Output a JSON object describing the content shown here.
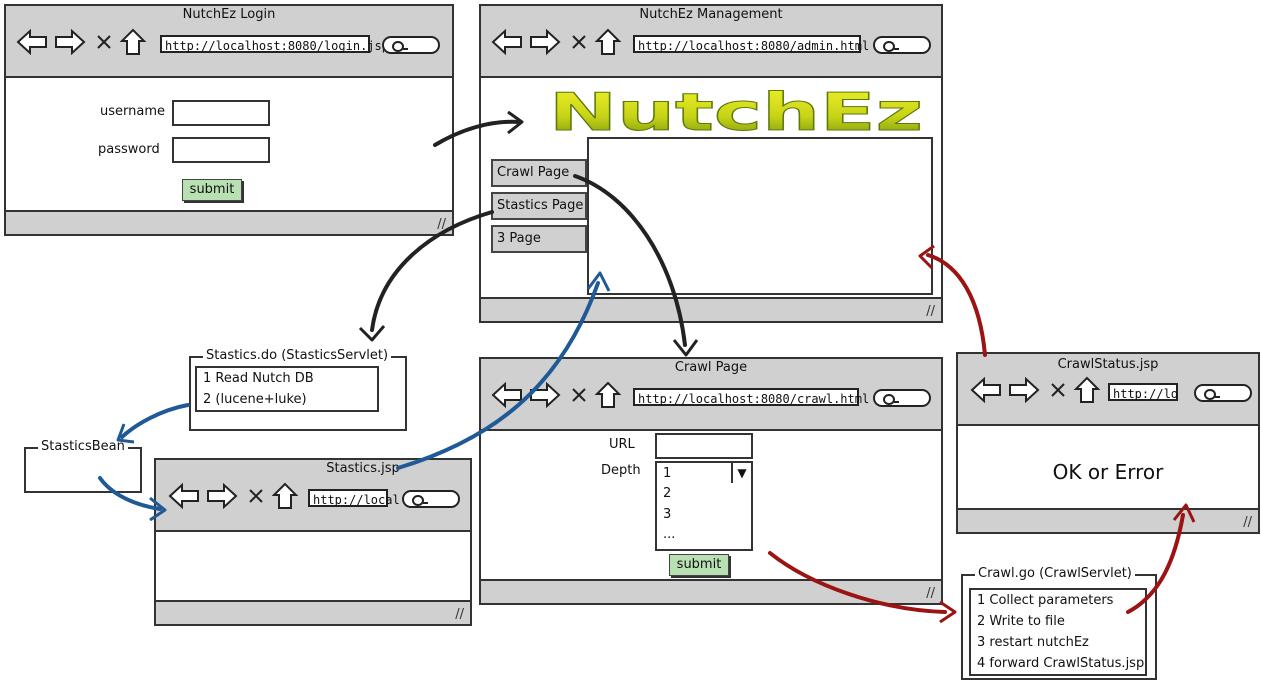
{
  "login": {
    "title": "NutchEz Login",
    "url": "http://localhost:8080/login.jsp",
    "username_label": "username",
    "password_label": "password",
    "submit_label": "submit"
  },
  "admin": {
    "title": "NutchEz Management",
    "url": "http://localhost:8080/admin.html",
    "logo_text": "NutchEz",
    "menu": [
      "Crawl Page",
      "Stastics Page",
      "3 Page"
    ]
  },
  "statics_do": {
    "title": "Stastics.do (StasticsServlet)",
    "steps": [
      "1 Read Nutch DB",
      "2 (lucene+luke)"
    ]
  },
  "bean": {
    "title": "StasticsBean"
  },
  "statics_jsp": {
    "title": "Stastics.jsp",
    "url": "http://local"
  },
  "crawl": {
    "title": "Crawl Page",
    "url": "http://localhost:8080/crawl.html",
    "url_label": "URL",
    "depth_label": "Depth",
    "depth_selected": "1",
    "depth_options": [
      "2",
      "3",
      "..."
    ],
    "submit_label": "submit"
  },
  "crawl_status": {
    "title": "CrawlStatus.jsp",
    "url": "http://lo",
    "message": "OK or Error"
  },
  "crawl_go": {
    "title": "Crawl.go (CrawlServlet)",
    "steps": [
      "1 Collect parameters",
      "2 Write to file",
      "3 restart nutchEz",
      "4 forward CrawlStatus.jsp"
    ]
  },
  "colors": {
    "black_arrow": "#222222",
    "blue_arrow": "#1f5a96",
    "red_arrow": "#9b1313",
    "submit_bg": "#b9e0b2",
    "chrome": "#d0d0d0"
  }
}
